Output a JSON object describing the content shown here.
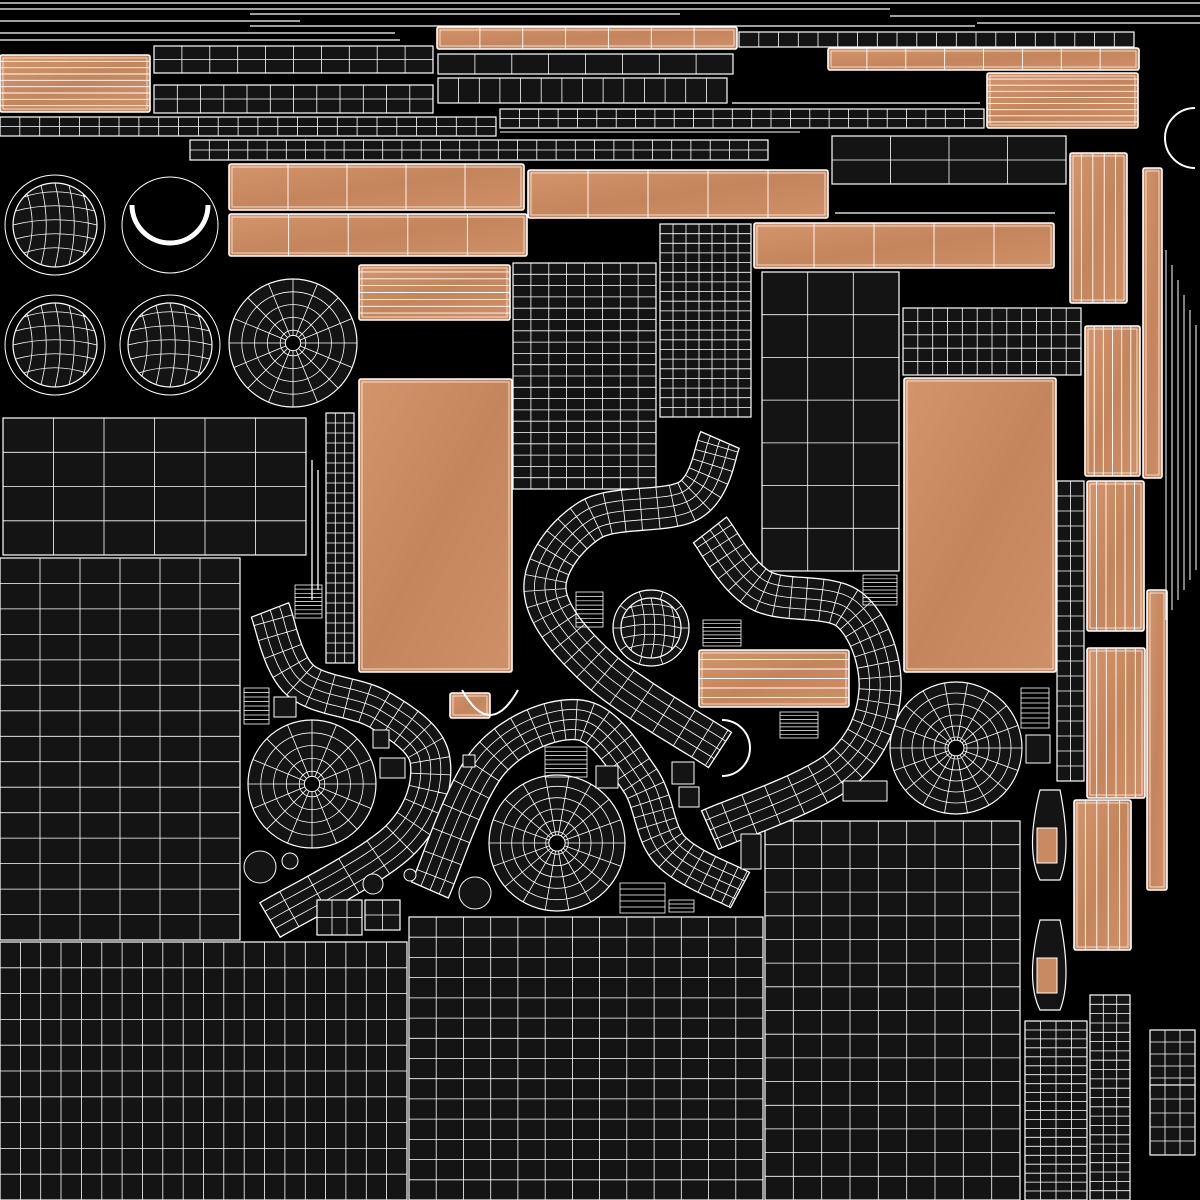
{
  "texture": {
    "background_color": "#000000",
    "wire_color": "#ffffff",
    "wood_color": "#c98a62",
    "wood_grain_color": "#b5754f",
    "island_fill": "#141414"
  },
  "islands": [
    {
      "kind": "grid-panel",
      "name": "grid-panel-bottom-left",
      "count": 1
    },
    {
      "kind": "grid-panel",
      "name": "grid-panel-bottom-center",
      "count": 1
    },
    {
      "kind": "grid-panel",
      "name": "grid-panel-bottom-right",
      "count": 1
    },
    {
      "kind": "wood-board",
      "name": "wood-board-planks",
      "count": 20
    },
    {
      "kind": "radial-disc",
      "name": "radial-disc",
      "count": 5
    },
    {
      "kind": "curved-strip",
      "name": "curved-strip",
      "count": 4
    },
    {
      "kind": "sphere-cap",
      "name": "sphere-cap",
      "count": 5
    }
  ]
}
